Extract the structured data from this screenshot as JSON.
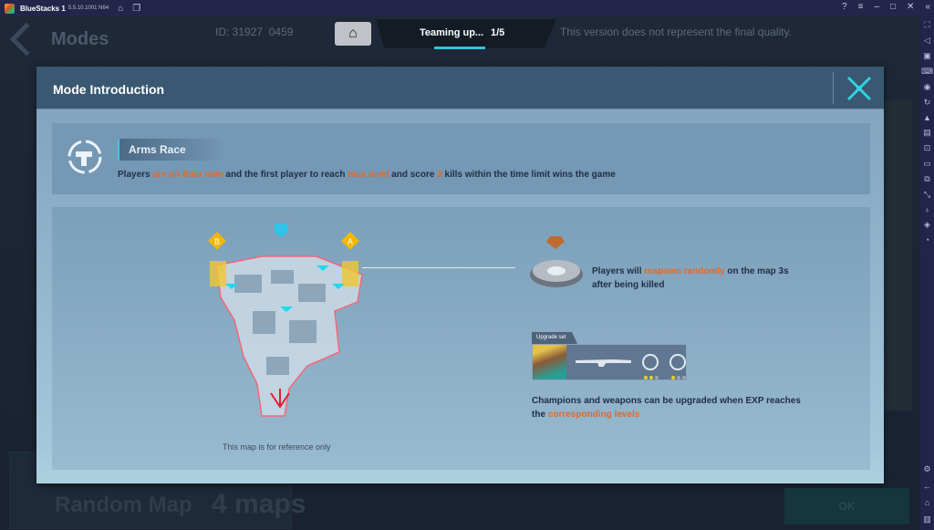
{
  "titlebar": {
    "app_name": "BlueStacks 1",
    "version": "5.5.10.1001 N64"
  },
  "background": {
    "page_title": "Modes",
    "id_text": "ID: 31927",
    "id_suffix": "0459",
    "notice": "This version does not represent the final quality.",
    "teaming": "Teaming up...",
    "team_count": "1/5",
    "random_map": "Random Map",
    "maps_count": "4 maps",
    "ok_label": "OK"
  },
  "modal": {
    "title": "Mode Introduction",
    "mode_name": "Arms Race",
    "description": [
      {
        "t": "Players ",
        "hl": false
      },
      {
        "t": "are on their own",
        "hl": true
      },
      {
        "t": " and the first player to reach ",
        "hl": false
      },
      {
        "t": "max level",
        "hl": true
      },
      {
        "t": " and score ",
        "hl": false
      },
      {
        "t": "3",
        "hl": true
      },
      {
        "t": " kills within the time limit wins the game",
        "hl": false
      }
    ],
    "map_note": "This map is for reference only",
    "map_markers": [
      "B",
      "A"
    ],
    "respawn": {
      "p1": "Players will ",
      "hl": "respawn randomly",
      "p2": " on the map 3s after being killed"
    },
    "upgrade_set_label": "Upgrade set",
    "upgrade_levels": [
      {
        "on": 2,
        "total": 3
      },
      {
        "on": 1,
        "total": 3
      }
    ],
    "champions": {
      "p1": "Champions and weapons can be upgraded when EXP reaches the ",
      "hl": "corresponding levels"
    }
  },
  "colors": {
    "accent": "#2fc4d8",
    "highlight": "#e06a2a",
    "text": "#1f2e44"
  }
}
